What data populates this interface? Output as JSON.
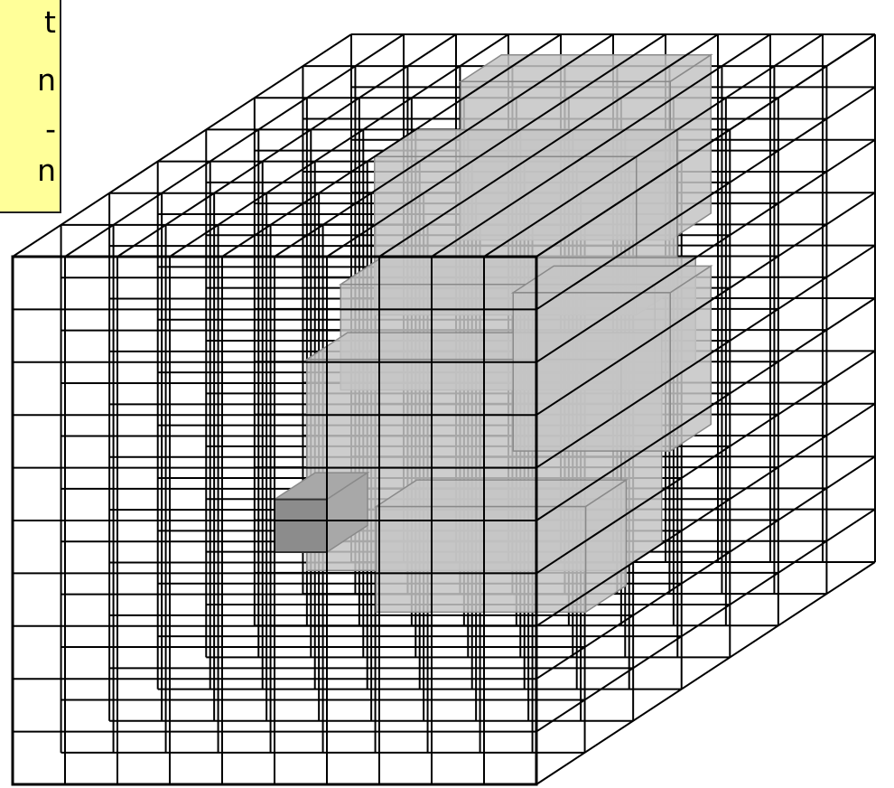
{
  "colors": {
    "background": "#ffffff",
    "grid_line": "#000000",
    "voxel_fill": "#c4c4c4",
    "voxel_edge": "#8a8a8a",
    "voxel_highlight": "#8c8c8c",
    "note_fill": "#ffff99"
  },
  "note": {
    "fragments": [
      "t",
      "n",
      "-",
      "n"
    ]
  },
  "figure": {
    "description_icon": "voxel-cube-grid-icon",
    "grid_divisions": 10,
    "slice_count": 8
  }
}
